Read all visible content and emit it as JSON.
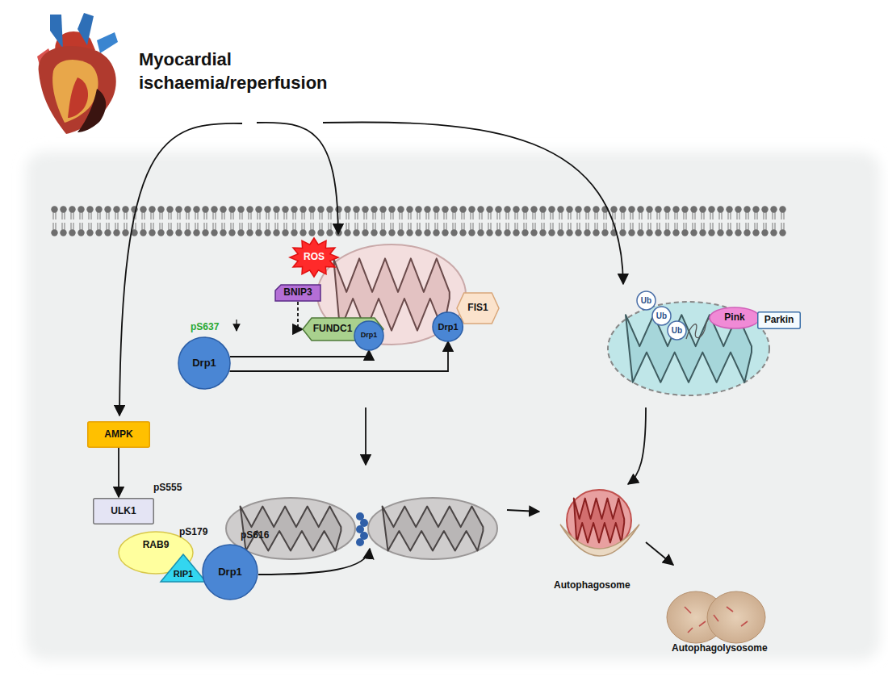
{
  "diagram": {
    "title": "Myocardial ischaemia/reperfusion",
    "nodes": [
      {
        "text": [
          "ROS"
        ]
      },
      {
        "text": [
          "BNIP3"
        ]
      },
      {
        "text": [
          "FUNDC1"
        ]
      },
      {
        "text": [
          "Drp1"
        ]
      },
      {
        "text": [
          "FIS1"
        ]
      },
      {
        "text": [
          "Drp1"
        ]
      },
      {
        "text": [
          "Drp1"
        ]
      },
      {
        "text": [
          "AMPK"
        ]
      },
      {
        "text": [
          "ULK1"
        ]
      },
      {
        "text": [
          "RAB9"
        ]
      },
      {
        "text": [
          "RIP1"
        ]
      },
      {
        "text": [
          "Drp1"
        ]
      },
      {
        "text": [
          "Ub"
        ]
      },
      {
        "text": [
          "Ub"
        ]
      },
      {
        "text": [
          "Ub"
        ]
      },
      {
        "text": [
          "Pink"
        ]
      },
      {
        "text": [
          "Parkin"
        ]
      }
    ],
    "edges": [
      {
        "from": 7,
        "to": 8,
        "arrow": "to"
      },
      {
        "from": 1,
        "to": 2,
        "arrow": "to"
      },
      {
        "from": 6,
        "to": 3,
        "arrow": "to"
      },
      {
        "from": 6,
        "to": 5,
        "arrow": "to"
      }
    ],
    "labels": [
      "pS637",
      "pS555",
      "pS179",
      "pS616",
      "Autophagosome",
      "Autophagolysosome"
    ]
  }
}
